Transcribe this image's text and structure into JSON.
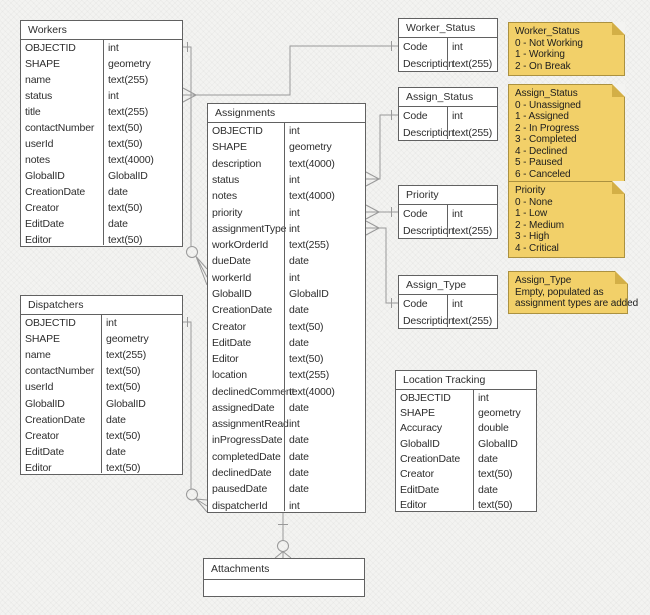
{
  "tables": {
    "workers": {
      "title": "Workers",
      "fields": [
        {
          "name": "OBJECTID",
          "type": "int"
        },
        {
          "name": "SHAPE",
          "type": "geometry"
        },
        {
          "name": "name",
          "type": "text(255)"
        },
        {
          "name": "status",
          "type": "int"
        },
        {
          "name": "title",
          "type": "text(255)"
        },
        {
          "name": "contactNumber",
          "type": "text(50)"
        },
        {
          "name": "userId",
          "type": "text(50)"
        },
        {
          "name": "notes",
          "type": "text(4000)"
        },
        {
          "name": "GlobalID",
          "type": "GlobalID"
        },
        {
          "name": "CreationDate",
          "type": "date"
        },
        {
          "name": "Creator",
          "type": "text(50)"
        },
        {
          "name": "EditDate",
          "type": "date"
        },
        {
          "name": "Editor",
          "type": "text(50)"
        }
      ]
    },
    "dispatchers": {
      "title": "Dispatchers",
      "fields": [
        {
          "name": "OBJECTID",
          "type": "int"
        },
        {
          "name": "SHAPE",
          "type": "geometry"
        },
        {
          "name": "name",
          "type": "text(255)"
        },
        {
          "name": "contactNumber",
          "type": "text(50)"
        },
        {
          "name": "userId",
          "type": "text(50)"
        },
        {
          "name": "GlobalID",
          "type": "GlobalID"
        },
        {
          "name": "CreationDate",
          "type": "date"
        },
        {
          "name": "Creator",
          "type": "text(50)"
        },
        {
          "name": "EditDate",
          "type": "date"
        },
        {
          "name": "Editor",
          "type": "text(50)"
        }
      ]
    },
    "assignments": {
      "title": "Assignments",
      "fields": [
        {
          "name": "OBJECTID",
          "type": "int"
        },
        {
          "name": "SHAPE",
          "type": "geometry"
        },
        {
          "name": "description",
          "type": "text(4000)"
        },
        {
          "name": "status",
          "type": "int"
        },
        {
          "name": "notes",
          "type": "text(4000)"
        },
        {
          "name": "priority",
          "type": "int"
        },
        {
          "name": "assignmentType",
          "type": "int"
        },
        {
          "name": "workOrderId",
          "type": "text(255)"
        },
        {
          "name": "dueDate",
          "type": "date"
        },
        {
          "name": "workerId",
          "type": "int"
        },
        {
          "name": "GlobalID",
          "type": "GlobalID"
        },
        {
          "name": "CreationDate",
          "type": "date"
        },
        {
          "name": "Creator",
          "type": "text(50)"
        },
        {
          "name": "EditDate",
          "type": "date"
        },
        {
          "name": "Editor",
          "type": "text(50)"
        },
        {
          "name": "location",
          "type": "text(255)"
        },
        {
          "name": "declinedComment",
          "type": "text(4000)"
        },
        {
          "name": "assignedDate",
          "type": "date"
        },
        {
          "name": "assignmentRead",
          "type": "int"
        },
        {
          "name": "inProgressDate",
          "type": "date"
        },
        {
          "name": "completedDate",
          "type": "date"
        },
        {
          "name": "declinedDate",
          "type": "date"
        },
        {
          "name": "pausedDate",
          "type": "date"
        },
        {
          "name": "dispatcherId",
          "type": "int"
        }
      ]
    },
    "worker_status": {
      "title": "Worker_Status",
      "fields": [
        {
          "name": "Code",
          "type": "int"
        },
        {
          "name": "Description",
          "type": "text(255)"
        }
      ]
    },
    "assign_status": {
      "title": "Assign_Status",
      "fields": [
        {
          "name": "Code",
          "type": "int"
        },
        {
          "name": "Description",
          "type": "text(255)"
        }
      ]
    },
    "priority": {
      "title": "Priority",
      "fields": [
        {
          "name": "Code",
          "type": "int"
        },
        {
          "name": "Description",
          "type": "text(255)"
        }
      ]
    },
    "assign_type": {
      "title": "Assign_Type",
      "fields": [
        {
          "name": "Code",
          "type": "int"
        },
        {
          "name": "Description",
          "type": "text(255)"
        }
      ]
    },
    "location_tracking": {
      "title": "Location Tracking",
      "fields": [
        {
          "name": "OBJECTID",
          "type": "int"
        },
        {
          "name": "SHAPE",
          "type": "geometry"
        },
        {
          "name": "Accuracy",
          "type": "double"
        },
        {
          "name": "GlobalID",
          "type": "GlobalID"
        },
        {
          "name": "CreationDate",
          "type": "date"
        },
        {
          "name": "Creator",
          "type": "text(50)"
        },
        {
          "name": "EditDate",
          "type": "date"
        },
        {
          "name": "Editor",
          "type": "text(50)"
        }
      ]
    },
    "attachments": {
      "title": "Attachments",
      "fields": []
    }
  },
  "notes": {
    "worker_status": {
      "title": "Worker_Status",
      "lines": [
        "0 - Not Working",
        "1 - Working",
        "2 - On Break"
      ]
    },
    "assign_status": {
      "title": "Assign_Status",
      "lines": [
        "0 - Unassigned",
        "1 - Assigned",
        "2 - In Progress",
        "3 - Completed",
        "4 - Declined",
        "5 - Paused",
        "6 - Canceled"
      ]
    },
    "priority": {
      "title": "Priority",
      "lines": [
        "0 - None",
        "1 - Low",
        "2 - Medium",
        "3 - High",
        "4 - Critical"
      ]
    },
    "assign_type": {
      "title": "Assign_Type",
      "lines": [
        "Empty, populated as",
        "assignment types are added"
      ]
    }
  },
  "colors": {
    "note_bg": "#f2d069",
    "note_fold": "#d3af47",
    "table_border": "#616161",
    "connector": "#999999",
    "canvas_bg": "#f3f3f1"
  }
}
